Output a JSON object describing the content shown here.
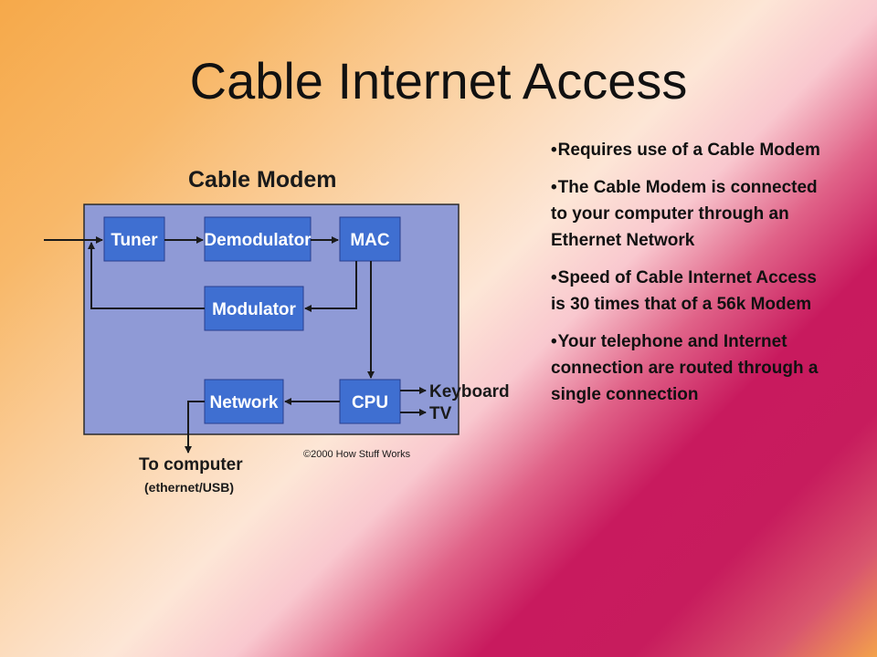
{
  "slide": {
    "title": "Cable Internet Access"
  },
  "diagram": {
    "heading": "Cable Modem",
    "blocks": {
      "tuner": "Tuner",
      "demodulator": "Demodulator",
      "mac": "MAC",
      "modulator": "Modulator",
      "network": "Network",
      "cpu": "CPU"
    },
    "outputs": {
      "keyboard": "Keyboard",
      "tv": "TV"
    },
    "to_computer": "To computer",
    "to_computer_sub": "(ethernet/USB)",
    "copyright": "©2000 How Stuff Works",
    "colors": {
      "panel": "#8f9ad6",
      "block": "#3f6fd1",
      "arrow": "#1a1a1a"
    }
  },
  "bullets": [
    "Requires use of a Cable Modem",
    "The Cable Modem is connected to your computer through an Ethernet Network",
    "Speed of Cable Internet Access is 30 times that of a 56k Modem",
    "Your telephone and Internet connection are routed through a single connection"
  ]
}
